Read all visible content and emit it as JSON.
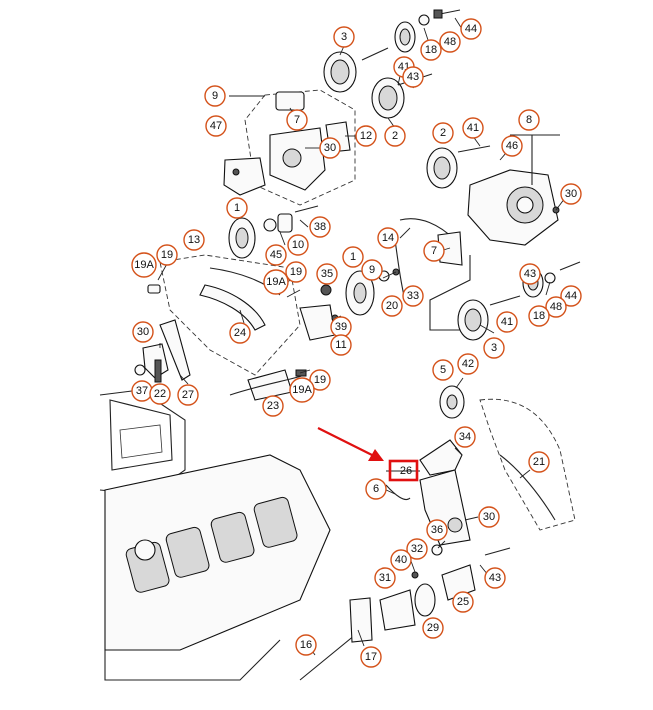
{
  "diagram": {
    "callouts": [
      {
        "id": "c3a",
        "label": "3"
      },
      {
        "id": "c44a",
        "label": "44"
      },
      {
        "id": "c18a",
        "label": "18"
      },
      {
        "id": "c48a",
        "label": "48"
      },
      {
        "id": "c41a",
        "label": "41"
      },
      {
        "id": "c43a",
        "label": "43"
      },
      {
        "id": "c9",
        "label": "9"
      },
      {
        "id": "c47",
        "label": "47"
      },
      {
        "id": "c7a",
        "label": "7"
      },
      {
        "id": "c12",
        "label": "12"
      },
      {
        "id": "c30a",
        "label": "30"
      },
      {
        "id": "c2a",
        "label": "2"
      },
      {
        "id": "c2b",
        "label": "2"
      },
      {
        "id": "c41b",
        "label": "41"
      },
      {
        "id": "c8",
        "label": "8"
      },
      {
        "id": "c46",
        "label": "46"
      },
      {
        "id": "c30b",
        "label": "30"
      },
      {
        "id": "c1a",
        "label": "1"
      },
      {
        "id": "c38",
        "label": "38"
      },
      {
        "id": "c10",
        "label": "10"
      },
      {
        "id": "c45",
        "label": "45"
      },
      {
        "id": "c14",
        "label": "14"
      },
      {
        "id": "c7b",
        "label": "7"
      },
      {
        "id": "c13",
        "label": "13"
      },
      {
        "id": "c19a",
        "label": "19"
      },
      {
        "id": "c19Aa",
        "label": "19A"
      },
      {
        "id": "c19b",
        "label": "19"
      },
      {
        "id": "c19Ab",
        "label": "19A"
      },
      {
        "id": "c35",
        "label": "35"
      },
      {
        "id": "c1b",
        "label": "1"
      },
      {
        "id": "c9b",
        "label": "9"
      },
      {
        "id": "c33",
        "label": "33"
      },
      {
        "id": "c20",
        "label": "20"
      },
      {
        "id": "c43b",
        "label": "43"
      },
      {
        "id": "c44b",
        "label": "44"
      },
      {
        "id": "c48b",
        "label": "48"
      },
      {
        "id": "c18b",
        "label": "18"
      },
      {
        "id": "c41c",
        "label": "41"
      },
      {
        "id": "c3b",
        "label": "3"
      },
      {
        "id": "c24",
        "label": "24"
      },
      {
        "id": "c30c",
        "label": "30"
      },
      {
        "id": "c39",
        "label": "39"
      },
      {
        "id": "c11",
        "label": "11"
      },
      {
        "id": "c37",
        "label": "37"
      },
      {
        "id": "c22",
        "label": "22"
      },
      {
        "id": "c27",
        "label": "27"
      },
      {
        "id": "c19c",
        "label": "19"
      },
      {
        "id": "c19Ac",
        "label": "19A"
      },
      {
        "id": "c23",
        "label": "23"
      },
      {
        "id": "c5",
        "label": "5"
      },
      {
        "id": "c42",
        "label": "42"
      },
      {
        "id": "c34",
        "label": "34"
      },
      {
        "id": "c21",
        "label": "21"
      },
      {
        "id": "c26",
        "label": "26"
      },
      {
        "id": "c6",
        "label": "6"
      },
      {
        "id": "c30d",
        "label": "30"
      },
      {
        "id": "c36",
        "label": "36"
      },
      {
        "id": "c32",
        "label": "32"
      },
      {
        "id": "c40",
        "label": "40"
      },
      {
        "id": "c31",
        "label": "31"
      },
      {
        "id": "c43c",
        "label": "43"
      },
      {
        "id": "c25",
        "label": "25"
      },
      {
        "id": "c29",
        "label": "29"
      },
      {
        "id": "c16",
        "label": "16"
      },
      {
        "id": "c17",
        "label": "17"
      }
    ],
    "highlighted_label": "26",
    "colors": {
      "callout_ring": "#d4521a",
      "highlight": "#e01010",
      "line": "#222222"
    }
  }
}
